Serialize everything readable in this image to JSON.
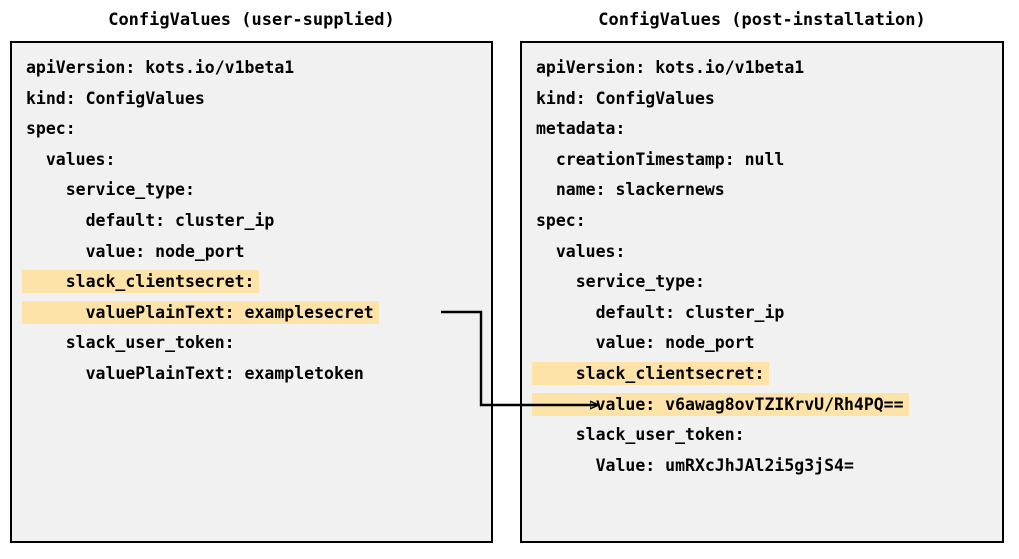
{
  "diagram": {
    "accent_highlight_color": "#fde3a7",
    "panel_background_color": "#f1f1f1",
    "panel_border_color": "#000000",
    "text_color": "#000000"
  },
  "left_panel": {
    "title": "ConfigValues (user-supplied)",
    "lines": [
      {
        "text": "apiVersion: kots.io/v1beta1",
        "highlight": false
      },
      {
        "text": "kind: ConfigValues",
        "highlight": false
      },
      {
        "text": "spec:",
        "highlight": false
      },
      {
        "text": "  values:",
        "highlight": false
      },
      {
        "text": "    service_type:",
        "highlight": false
      },
      {
        "text": "      default: cluster_ip",
        "highlight": false
      },
      {
        "text": "      value: node_port",
        "highlight": false
      },
      {
        "text": "    slack_clientsecret:",
        "highlight": true
      },
      {
        "text": "      valuePlainText: examplesecret",
        "highlight": true
      },
      {
        "text": "    slack_user_token:",
        "highlight": false
      },
      {
        "text": "      valuePlainText: exampletoken",
        "highlight": false
      }
    ]
  },
  "right_panel": {
    "title": "ConfigValues (post-installation)",
    "lines": [
      {
        "text": "apiVersion: kots.io/v1beta1",
        "highlight": false
      },
      {
        "text": "kind: ConfigValues",
        "highlight": false
      },
      {
        "text": "metadata:",
        "highlight": false
      },
      {
        "text": "  creationTimestamp: null",
        "highlight": false
      },
      {
        "text": "  name: slackernews",
        "highlight": false
      },
      {
        "text": "spec:",
        "highlight": false
      },
      {
        "text": "  values:",
        "highlight": false
      },
      {
        "text": "    service_type:",
        "highlight": false
      },
      {
        "text": "      default: cluster_ip",
        "highlight": false
      },
      {
        "text": "      value: node_port",
        "highlight": false
      },
      {
        "text": "    slack_clientsecret:",
        "highlight": true
      },
      {
        "text": "      value: v6awag8ovTZIKrvU/Rh4PQ==",
        "highlight": true
      },
      {
        "text": "    slack_user_token:",
        "highlight": false
      },
      {
        "text": "      Value: umRXcJhJAl2i5g3jS4=",
        "highlight": false
      }
    ]
  },
  "connector": {
    "label": "transform-arrow",
    "from_line": "      valuePlainText: examplesecret",
    "to_line": "      value: v6awag8ovTZIKrvU/Rh4PQ=="
  }
}
